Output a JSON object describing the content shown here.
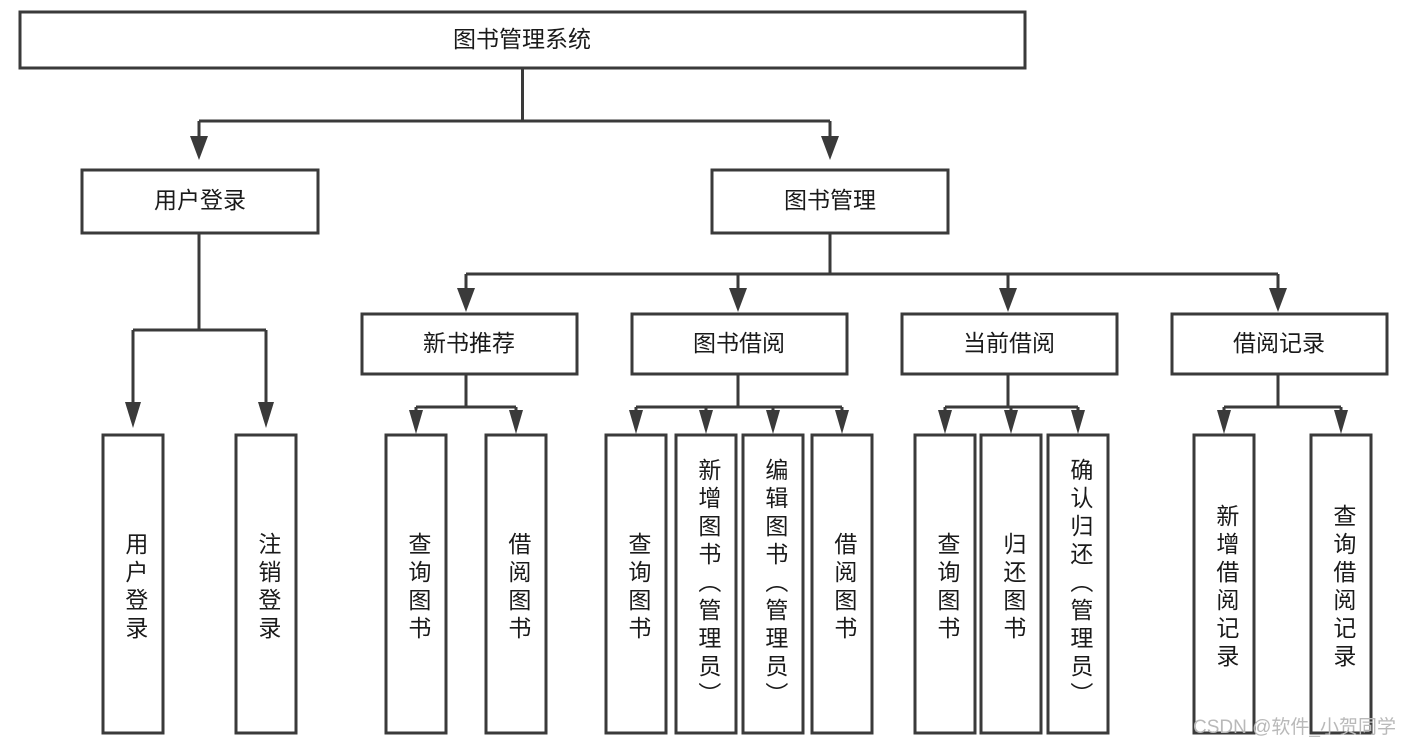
{
  "diagram": {
    "title": "图书管理系统",
    "type": "tree-hierarchy",
    "root": {
      "label": "图书管理系统"
    },
    "level2": [
      {
        "label": "用户登录"
      },
      {
        "label": "图书管理"
      }
    ],
    "level3": [
      {
        "label": "新书推荐"
      },
      {
        "label": "图书借阅"
      },
      {
        "label": "当前借阅"
      },
      {
        "label": "借阅记录"
      }
    ],
    "leaves": {
      "user_login": [
        {
          "label": "用户登录"
        },
        {
          "label": "注销登录"
        }
      ],
      "new_book_recommend": [
        {
          "label": "查询图书"
        },
        {
          "label": "借阅图书"
        }
      ],
      "book_borrow": [
        {
          "label": "查询图书"
        },
        {
          "label": "新增图书（管理员）"
        },
        {
          "label": "编辑图书（管理员）"
        },
        {
          "label": "借阅图书"
        }
      ],
      "current_borrow": [
        {
          "label": "查询图书"
        },
        {
          "label": "归还图书"
        },
        {
          "label": "确认归还（管理员）"
        }
      ],
      "borrow_record": [
        {
          "label": "新增借阅记录"
        },
        {
          "label": "查询借阅记录"
        }
      ]
    }
  },
  "watermark": {
    "text": "CSDN @软件_小贺同学"
  },
  "colors": {
    "box_stroke": "#3a3a3a",
    "box_fill": "#ffffff",
    "text": "#1a1a1a",
    "watermark": "#b9b9b9",
    "background": "#ffffff"
  }
}
